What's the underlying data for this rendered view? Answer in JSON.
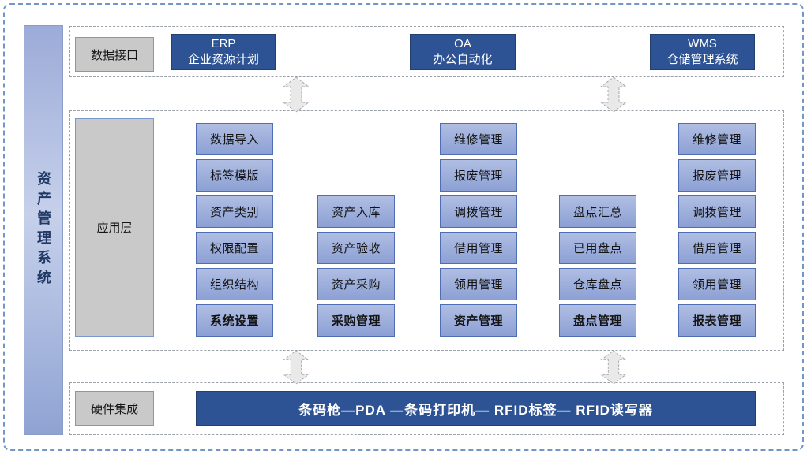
{
  "system_title": "资产管理系统",
  "interface_section": {
    "label": "数据接口",
    "systems": [
      {
        "abbr": "ERP",
        "name": "企业资源计划"
      },
      {
        "abbr": "OA",
        "name": "办公自动化"
      },
      {
        "abbr": "WMS",
        "name": "仓储管理系统"
      }
    ]
  },
  "application_section": {
    "label": "应用层",
    "columns": [
      {
        "items": [
          "数据导入",
          "标签模版",
          "资产类别",
          "权限配置",
          "组织结构"
        ],
        "summary": "系统设置"
      },
      {
        "items": [
          "资产入库",
          "资产验收",
          "资产采购"
        ],
        "summary": "采购管理"
      },
      {
        "items": [
          "维修管理",
          "报废管理",
          "调拨管理",
          "借用管理",
          "领用管理"
        ],
        "summary": "资产管理"
      },
      {
        "items": [
          "盘点汇总",
          "已用盘点",
          "仓库盘点"
        ],
        "summary": "盘点管理"
      },
      {
        "items": [
          "维修管理",
          "报废管理",
          "调拨管理",
          "借用管理",
          "领用管理"
        ],
        "summary": "报表管理"
      }
    ]
  },
  "hardware_section": {
    "label": "硬件集成",
    "devices_bar": "条码枪—PDA —条码打印机— RFID标签— RFID读写器"
  },
  "icons": {
    "sync_arrow": "double-vertical-arrow"
  },
  "colors": {
    "dark_blue": "#2e5395",
    "module_blue_top": "#b0bee3",
    "module_blue_bottom": "#8ca0d4",
    "module_border": "#4f6db3",
    "gray_fill": "#c9c9c9",
    "gray_border": "#7b97cd",
    "side_bar_blue": "#9cabd8",
    "title_text": "#1f3864",
    "section_dash": "#9aa0a8",
    "outer_dash": "#7296c8",
    "arrow_fill": "#e9e9e9"
  }
}
